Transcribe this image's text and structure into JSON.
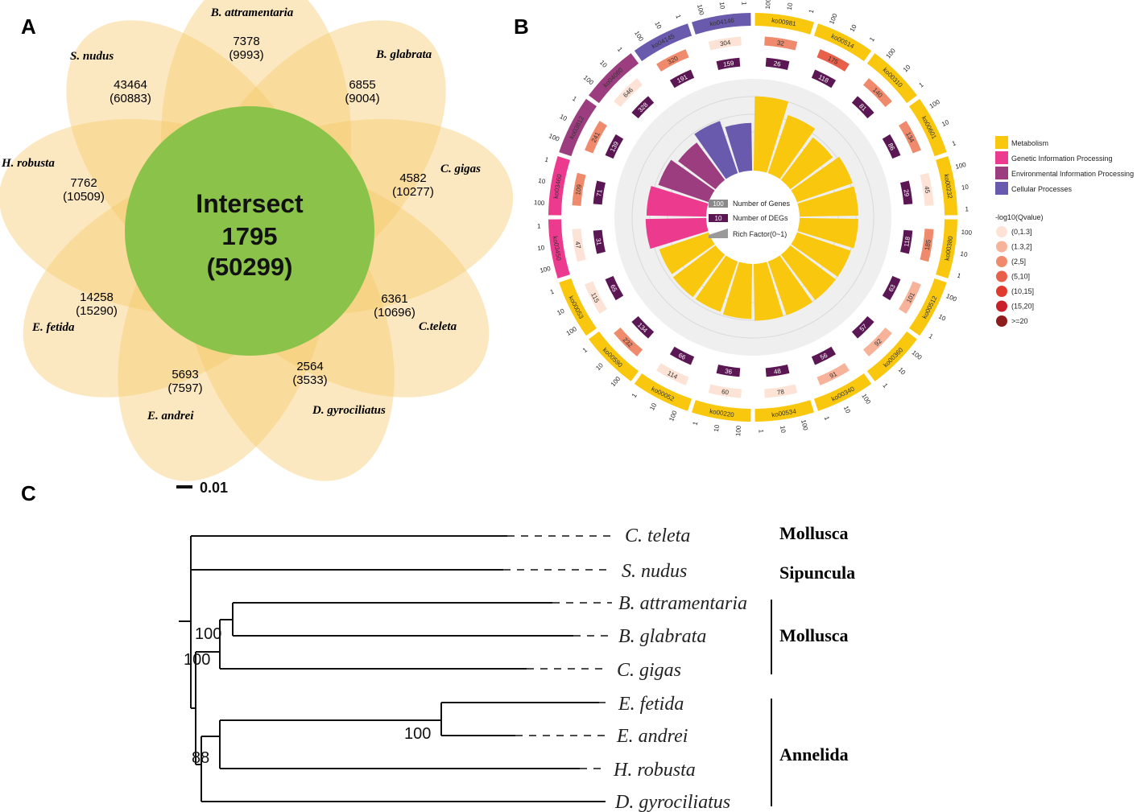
{
  "panels": {
    "a": "A",
    "b": "B",
    "c": "C"
  },
  "venn": {
    "petal_color": "#f6c76a",
    "center_color": "#8bc34a",
    "center": {
      "title": "Intersect",
      "count": "1795",
      "count2": "(50299)"
    },
    "species": [
      {
        "name": "B. attramentaria",
        "n1": "7378",
        "n2": "(9993)"
      },
      {
        "name": "B. glabrata",
        "n1": "6855",
        "n2": "(9004)"
      },
      {
        "name": "C. gigas",
        "n1": "4582",
        "n2": "(10277)"
      },
      {
        "name": "C.teleta",
        "n1": "6361",
        "n2": "(10696)"
      },
      {
        "name": "D. gyrociliatus",
        "n1": "2564",
        "n2": "(3533)"
      },
      {
        "name": "E. andrei",
        "n1": "5693",
        "n2": "(7597)"
      },
      {
        "name": "E. fetida",
        "n1": "14258",
        "n2": "(15290)"
      },
      {
        "name": "H. robusta",
        "n1": "7762",
        "n2": "(10509)"
      },
      {
        "name": "S. nudus",
        "n1": "43464",
        "n2": "(60883)"
      }
    ]
  },
  "circos": {
    "ticks": [
      "100",
      "10",
      "1"
    ],
    "categories": {
      "metabolism": "#f9c80e",
      "genetic": "#ec3a8e",
      "environmental": "#9b3d7e",
      "cellular": "#6a5aad"
    },
    "pathways": [
      {
        "ko": "ko00981",
        "cat": "metabolism",
        "genes": "32",
        "degs": "26",
        "gene_level": "(2,5]",
        "rich": 0.81
      },
      {
        "ko": "ko00514",
        "cat": "metabolism",
        "genes": "175",
        "degs": "118",
        "gene_level": "(5,10]",
        "rich": 0.67
      },
      {
        "ko": "ko00310",
        "cat": "metabolism",
        "genes": "140",
        "degs": "81",
        "gene_level": "(2,5]",
        "rich": 0.58
      },
      {
        "ko": "ko00601",
        "cat": "metabolism",
        "genes": "134",
        "degs": "86",
        "gene_level": "(2,5]",
        "rich": 0.64
      },
      {
        "ko": "ko00232",
        "cat": "metabolism",
        "genes": "45",
        "degs": "29",
        "gene_level": "(0,1.3]",
        "rich": 0.64
      },
      {
        "ko": "ko00380",
        "cat": "metabolism",
        "genes": "185",
        "degs": "118",
        "gene_level": "(2,5]",
        "rich": 0.64
      },
      {
        "ko": "ko00512",
        "cat": "metabolism",
        "genes": "101",
        "degs": "63",
        "gene_level": "(1.3,2]",
        "rich": 0.62
      },
      {
        "ko": "ko00360",
        "cat": "metabolism",
        "genes": "92",
        "degs": "57",
        "gene_level": "(1.3,2]",
        "rich": 0.62
      },
      {
        "ko": "ko00340",
        "cat": "metabolism",
        "genes": "91",
        "degs": "56",
        "gene_level": "(1.3,2]",
        "rich": 0.62
      },
      {
        "ko": "ko00534",
        "cat": "metabolism",
        "genes": "78",
        "degs": "48",
        "gene_level": "(0,1.3]",
        "rich": 0.62
      },
      {
        "ko": "ko00220",
        "cat": "metabolism",
        "genes": "60",
        "degs": "36",
        "gene_level": "(0,1.3]",
        "rich": 0.6
      },
      {
        "ko": "ko00052",
        "cat": "metabolism",
        "genes": "114",
        "degs": "66",
        "gene_level": "(0,1.3]",
        "rich": 0.58
      },
      {
        "ko": "ko00590",
        "cat": "metabolism",
        "genes": "232",
        "degs": "134",
        "gene_level": "(2,5]",
        "rich": 0.58
      },
      {
        "ko": "ko00053",
        "cat": "metabolism",
        "genes": "115",
        "degs": "65",
        "gene_level": "(0,1.3]",
        "rich": 0.57
      },
      {
        "ko": "ko03450",
        "cat": "genetic",
        "genes": "47",
        "degs": "31",
        "gene_level": "(0,1.3]",
        "rich": 0.66
      },
      {
        "ko": "ko03460",
        "cat": "genetic",
        "genes": "109",
        "degs": "71",
        "gene_level": "(2,5]",
        "rich": 0.65
      },
      {
        "ko": "ko03812",
        "cat": "environmental",
        "genes": "241",
        "degs": "139",
        "gene_level": "(2,5]",
        "rich": 0.58
      },
      {
        "ko": "ko04080",
        "cat": "environmental",
        "genes": "646",
        "degs": "328",
        "gene_level": "(0,1.3]",
        "rich": 0.51
      },
      {
        "ko": "ko04145",
        "cat": "cellular",
        "genes": "320",
        "degs": "191",
        "gene_level": "(2,5]",
        "rich": 0.6
      },
      {
        "ko": "ko04146",
        "cat": "cellular",
        "genes": "304",
        "degs": "159",
        "gene_level": "(0,1.3]",
        "rich": 0.52
      }
    ],
    "center_legend": [
      {
        "label": "Number of Genes",
        "value": "100"
      },
      {
        "label": "Number of DEGs",
        "value": "10"
      },
      {
        "label": "Rich Factor(0~1)",
        "value": ""
      }
    ],
    "category_legend": [
      {
        "key": "metabolism",
        "label": "Metabolism"
      },
      {
        "key": "genetic",
        "label": "Genetic Information Processing"
      },
      {
        "key": "environmental",
        "label": "Environmental Information Processing"
      },
      {
        "key": "cellular",
        "label": "Cellular Processes"
      }
    ],
    "qvalue_title": "-log10(Qvalue)",
    "qvalue_legend": [
      {
        "label": "(0,1.3]",
        "color": "#fde3d6"
      },
      {
        "label": "(1.3,2]",
        "color": "#f6b39a"
      },
      {
        "label": "(2,5]",
        "color": "#ef8a6c"
      },
      {
        "label": "(5,10]",
        "color": "#e9604a"
      },
      {
        "label": "(10,15]",
        "color": "#e03a2e"
      },
      {
        "label": "(15,20]",
        "color": "#c81f28"
      },
      {
        "label": ">=20",
        "color": "#8d1d1d"
      }
    ],
    "deg_color": "#5b1753"
  },
  "tree": {
    "scale_label": "0.01",
    "tips": [
      "C. teleta",
      "S. nudus",
      "B. attramentaria",
      "B. glabrata",
      "C. gigas",
      "E. fetida",
      "E. andrei",
      "H. robusta",
      "D. gyrociliatus"
    ],
    "bootstraps": [
      "100",
      "100",
      "100",
      "88"
    ],
    "clades": [
      "Mollusca",
      "Sipuncula",
      "Mollusca",
      "Annelida"
    ]
  }
}
